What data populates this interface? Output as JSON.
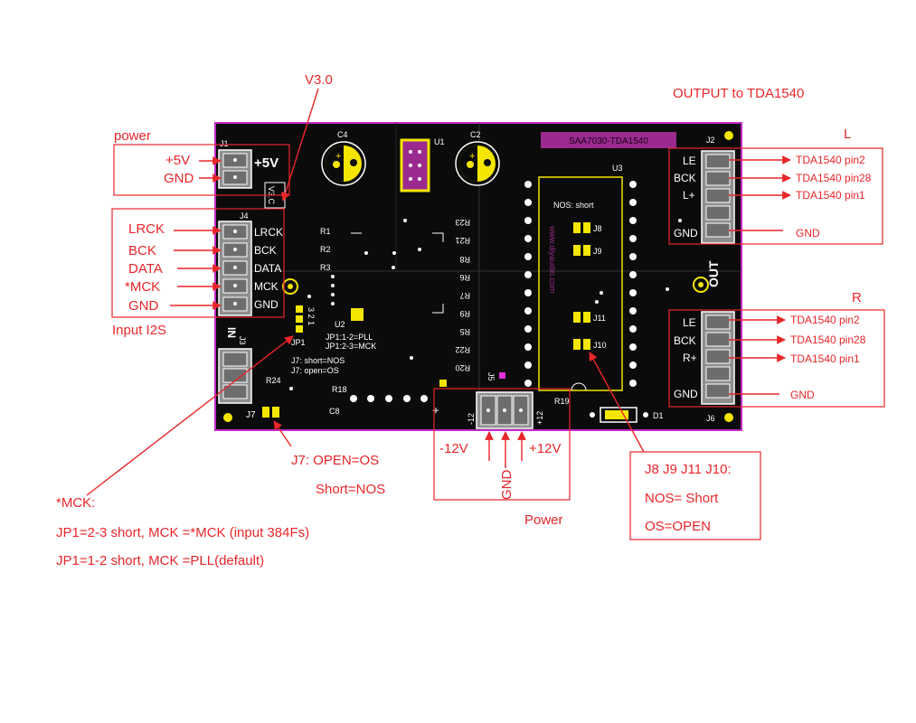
{
  "labels": {
    "v30_top": "V3.0",
    "output_title": "OUTPUT to TDA1540",
    "power_title": "power",
    "plus5v": "+5V",
    "gnd": "GND",
    "lrck": "LRCK",
    "bck": "BCK",
    "data": "DATA",
    "mck_star": "*MCK",
    "input_i2s": "Input I2S",
    "channel_l": "L",
    "channel_r": "R",
    "tda_pin2": "TDA1540 pin2",
    "tda_pin28": "TDA1540 pin28",
    "tda_pin1": "TDA1540 pin1",
    "j7_note_1": "J7: OPEN=OS",
    "j7_note_2": "Short=NOS",
    "minus12v": "-12V",
    "plus12v": "+12V",
    "power_bottom": "Power",
    "jumpers_title": "J8 J9 J11 J10:",
    "jumpers_nos": "NOS= Short",
    "jumpers_os": "OS=OPEN",
    "mck_note_title": "*MCK:",
    "mck_note_1": "JP1=2-3 short,  MCK =*MCK (input 384Fs)",
    "mck_note_2": "JP1=1-2 short,  MCK =PLL(default)"
  },
  "silkscreen": {
    "board_title": "SAA7030-TDA1540",
    "plus5v": "+5V",
    "v3c": "V3.C",
    "j1": "J1",
    "j4": "J4",
    "j3": "J3",
    "j7": "J7",
    "in": "IN",
    "lrck": "LRCK",
    "bck": "BCK",
    "data": "DATA",
    "mck": "MCK",
    "gnd": "GND",
    "c4": "C4",
    "c2": "C2",
    "c8": "C8",
    "u1": "U1",
    "u2": "U2",
    "u3": "U3",
    "r1": "R1",
    "r2": "R2",
    "r3": "R3",
    "r5": "R5",
    "r6": "R6",
    "r7": "R7",
    "r8": "R8",
    "r9": "R9",
    "r18": "R18",
    "r19": "R19",
    "r20": "R20",
    "r21": "R21",
    "r22": "R22",
    "r23": "R23",
    "r24": "R24",
    "jp1": "JP1",
    "jp1_pins": "3 2 1",
    "jp_note_1": "JP1:1-2=PLL",
    "jp_note_2": "JP1:2-3=MCK",
    "j7_note_1": "J7: short=NOS",
    "j7_note_2": "J7: open=OS",
    "nos_short": "NOS: short",
    "j8": "J8",
    "j9": "J9",
    "j10": "J10",
    "j11": "J11",
    "vertical_url": "www.diyaudio.com",
    "le": "LE",
    "bck_out": "BCK",
    "l_plus": "L+",
    "r_plus": "R+",
    "gnd_out": "GND",
    "out": "OUT",
    "d1": "D1",
    "minus12": "-12",
    "plus12": "+12",
    "plus_sign": "+",
    "j5": "J5",
    "j6": "J6",
    "j2": "J2"
  },
  "colors": {
    "board": "#0b0b0b",
    "board_outline": "#c32bc9",
    "silkscreen": "#ffffff",
    "pad_yellow": "#f4e600",
    "annotation_red": "#e8262a",
    "title_bar": "#9b2a8f",
    "connector_grey": "#8e8e8e"
  },
  "icons": [
    "electrolytic-capacitor-icon",
    "pin-header-icon",
    "arrow-icon",
    "mounting-hole-icon"
  ]
}
